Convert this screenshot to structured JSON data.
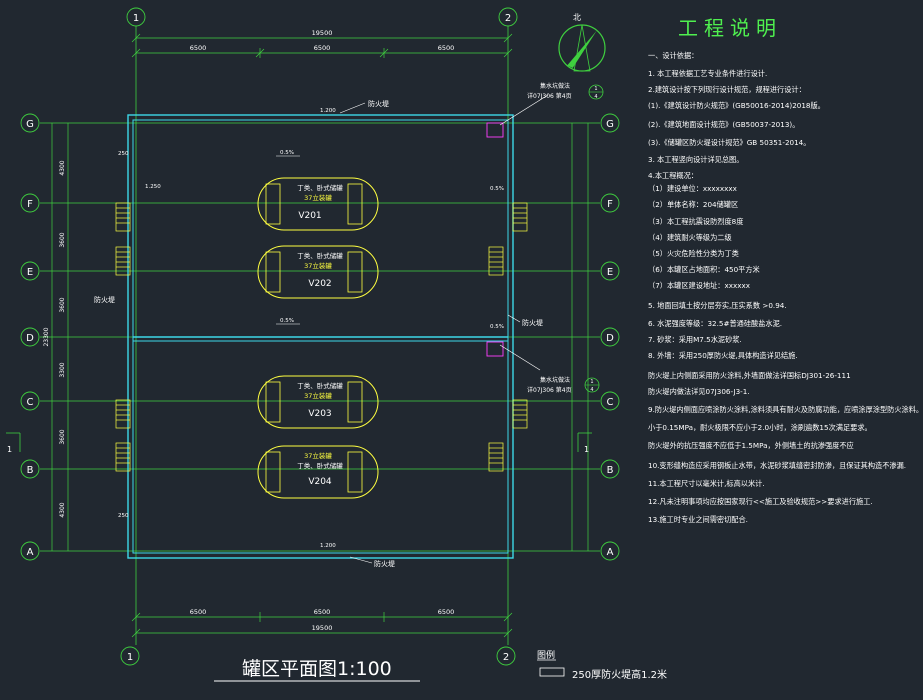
{
  "drawing": {
    "title": "罐区平面图1:100",
    "north_label": "北",
    "legend_title": "图例",
    "legend_text": "250厚防火堤高1.2米"
  },
  "grid": {
    "columns": [
      "1",
      "2"
    ],
    "rows": [
      "G",
      "F",
      "E",
      "D",
      "C",
      "B",
      "A"
    ]
  },
  "dimensions": {
    "top_total": "19500",
    "top_segments": [
      "6500",
      "6500",
      "6500"
    ],
    "bottom_total": "19500",
    "bottom_segments": [
      "6500",
      "6500",
      "6500"
    ],
    "left_vertical": [
      "4300",
      "3600",
      "3600",
      "3300",
      "3600",
      "3600",
      "4300"
    ],
    "left_total": "23300",
    "small_dims": [
      "1.200",
      "1.200",
      "1.250",
      "250",
      "250",
      "0.5%",
      "0.5%"
    ]
  },
  "tanks": [
    {
      "id": "V201",
      "line1": "丁类、卧式储罐",
      "line2": "37立装罐"
    },
    {
      "id": "V202",
      "line1": "丁类、卧式储罐",
      "line2": "37立装罐"
    },
    {
      "id": "V203",
      "line1": "丁类、卧式储罐",
      "line2": "37立装罐"
    },
    {
      "id": "V204",
      "line1": "37立装罐",
      "line2": "丁类、卧式储罐"
    }
  ],
  "annotations": {
    "firewall_top": "防火堤",
    "firewall_bottom": "防火堤",
    "firewall_left": "防火堤",
    "firewall_right": "防火堤",
    "drain_top": "集水坑做法",
    "drain_top_ref": "详07J306 第4页",
    "drain_bottom": "集水坑做法",
    "drain_bottom_ref": "详07J306 第4页",
    "section_mark": "1",
    "section_mark_sub": "4"
  },
  "notes": {
    "title": "工程说明",
    "lines": [
      "一、设计依据：",
      "1. 本工程依据工艺专业条件进行设计.",
      "2.建筑设计按下列现行设计规范，规程进行设计：",
      "(1).《建筑设计防火规范》(GB50016-2014)2018版。",
      "(2).《建筑地面设计规范》(GB50037-2013)。",
      "(3).《储罐区防火堤设计规范》GB 50351-2014。",
      "3. 本工程竖向设计详见总图。",
      "4.本工程概况：",
      "（1）建设单位：xxxxxxxx",
      "（2）单体名称：204储罐区",
      "（3）本工程抗震设防烈度8度",
      "（4）建筑耐火等级为二级",
      "（5）火灾危险性分类为丁类",
      "（6）本罐区占地面积：450平方米",
      "（7）本罐区建设地址：xxxxxx",
      "5. 地面回填土按分层夯实,压实系数 >0.94.",
      "6. 水泥强度等级：32.5#普通硅酸盐水泥.",
      "7. 砂浆：采用M7.5水泥砂浆.",
      "8. 外墙：采用250厚防火堤,具体构造详见结施.",
      "    防火堤上内侧面采用防火涂料,外墙面做法详国标DJ301-26-111",
      "    防火堤内做法详见07J306-J3-1.",
      "9.防火堤内侧面应喷涂防火涂料,涂料须具有耐火及防腐功能，应喷涂厚涂型防火涂料。",
      "    小于0.15MPa，耐火极限不应小于2.0小时，涂刷遍数15次满足要求。",
      "    防火堤外的抗压强度不应低于1.5MPa，外侧墙土的抗渗强度不应",
      "10.变形缝构造应采用钢板止水带，水泥砂浆填缝密封防渗，且保证其构造不渗漏.",
      "11.本工程尺寸以毫米计,标高以米计.",
      "12.凡未注明事项均应按国家现行<<施工及验收规范>>要求进行施工.",
      "13.施工时专业之间需密切配合."
    ]
  }
}
